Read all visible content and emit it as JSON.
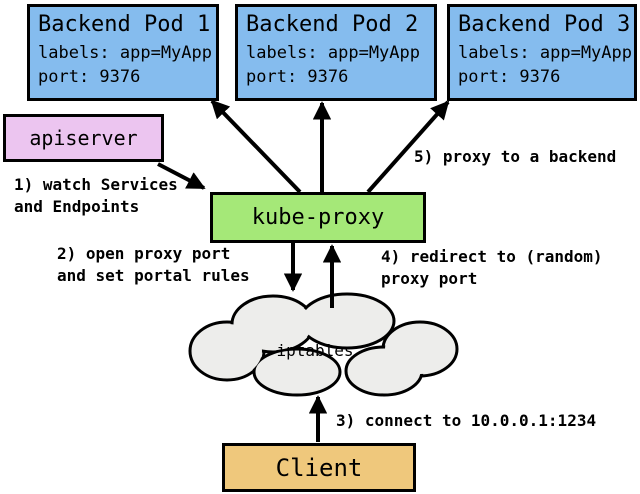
{
  "diagram": {
    "pods": [
      {
        "title": "Backend Pod 1",
        "labels_line": "labels: app=MyApp",
        "port_line": "port: 9376"
      },
      {
        "title": "Backend Pod 2",
        "labels_line": "labels: app=MyApp",
        "port_line": "port: 9376"
      },
      {
        "title": "Backend Pod 3",
        "labels_line": "labels: app=MyApp",
        "port_line": "port: 9376"
      }
    ],
    "nodes": {
      "apiserver": "apiserver",
      "kube_proxy": "kube-proxy",
      "iptables": "iptables",
      "client": "Client"
    },
    "steps": {
      "step1": "1) watch Services\nand Endpoints",
      "step2": "2) open proxy port\nand set portal rules",
      "step3": "3) connect to 10.0.0.1:1234",
      "step4": "4) redirect to (random)\nproxy port",
      "step5": "5) proxy to a backend"
    },
    "colors": {
      "pod_fill": "#85BCEE",
      "apiserver_fill": "#ECC5F0",
      "kube_proxy_fill": "#A5E878",
      "client_fill": "#EFC87C",
      "cloud_fill": "#EDEDEB",
      "line": "#000000",
      "background": "#FFFFFF"
    }
  }
}
